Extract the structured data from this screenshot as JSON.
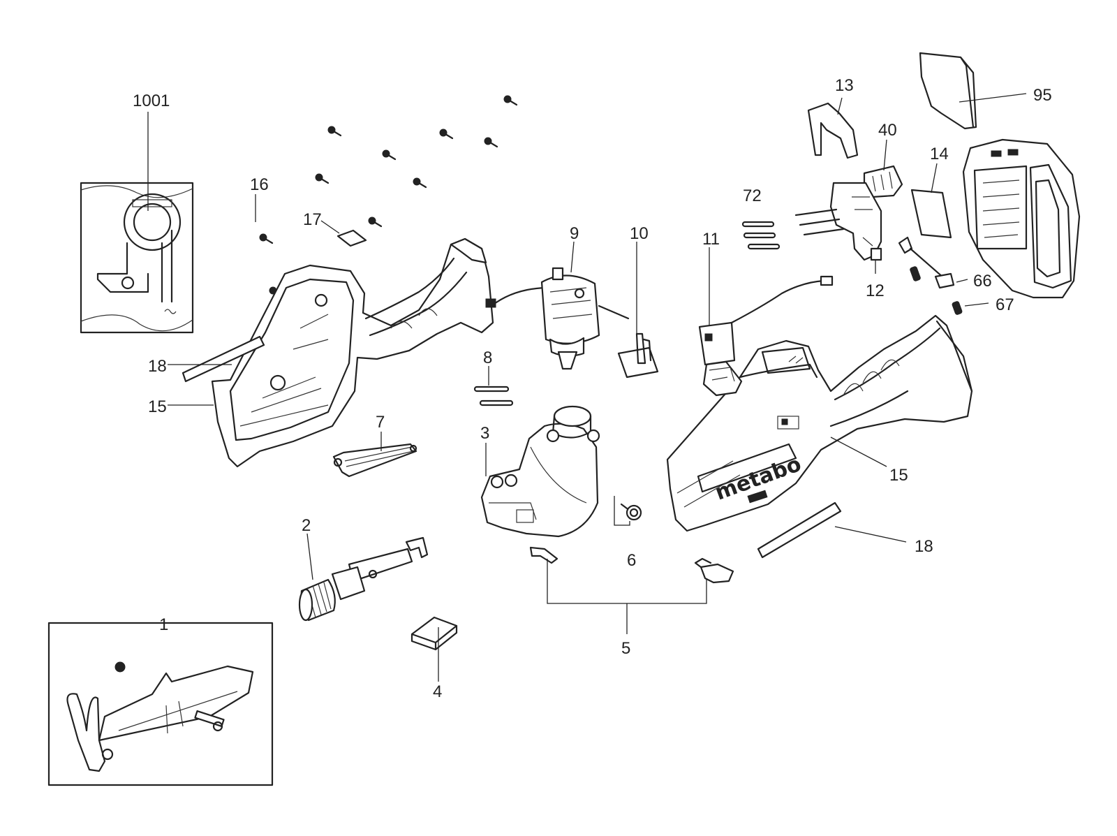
{
  "diagram": {
    "brand_text": "metabo",
    "labels": {
      "p1": "1",
      "p2": "2",
      "p3": "3",
      "p4": "4",
      "p5": "5",
      "p6": "6",
      "p7": "7",
      "p8": "8",
      "p9": "9",
      "p10": "10",
      "p11": "11",
      "p12": "12",
      "p13": "13",
      "p14": "14",
      "p15_left": "15",
      "p15_right": "15",
      "p16": "16",
      "p17": "17",
      "p18_left": "18",
      "p18_right": "18",
      "p40": "40",
      "p66": "66",
      "p67": "67",
      "p72": "72",
      "p95": "95",
      "p1001": "1001"
    }
  }
}
